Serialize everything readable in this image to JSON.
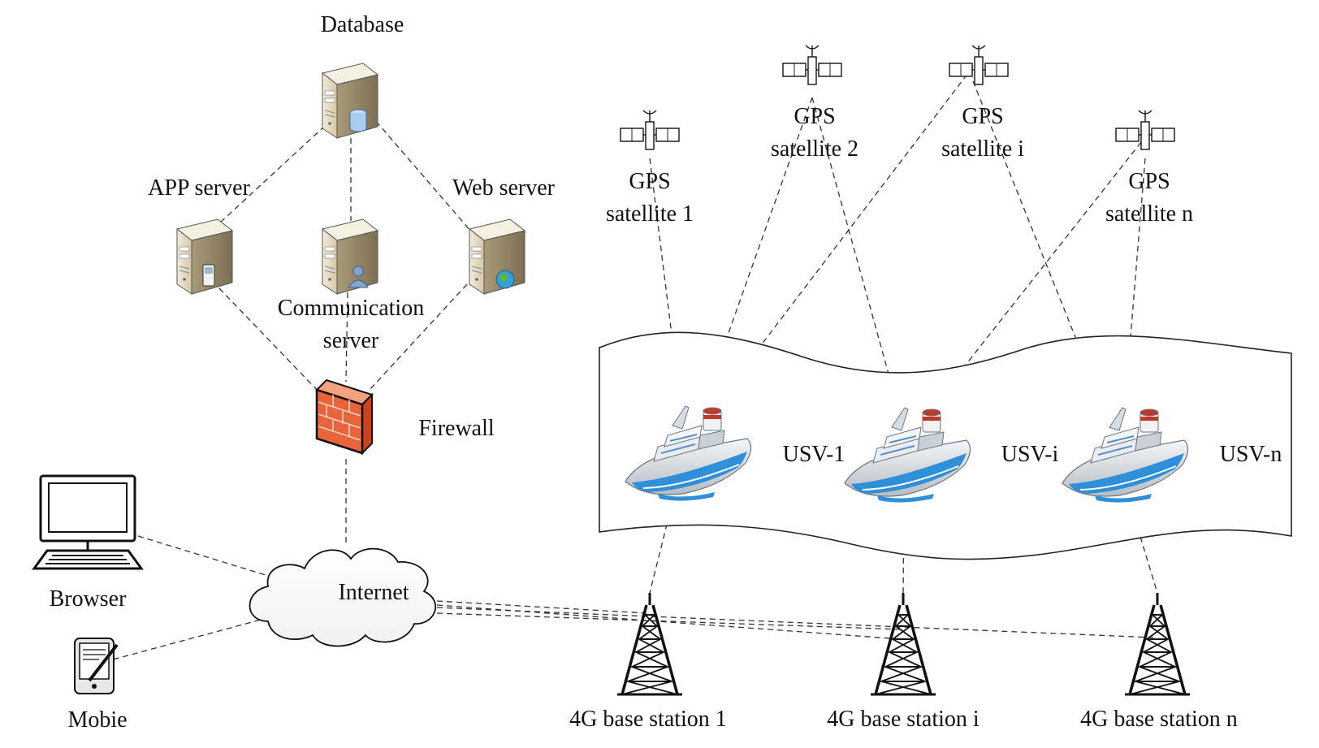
{
  "labels": {
    "database": "Database",
    "app_server": "APP server",
    "web_server": "Web server",
    "communication_server_line1": "Communication",
    "communication_server_line2": "server",
    "firewall": "Firewall",
    "internet": "Internet",
    "browser": "Browser",
    "mobile": "Mobie"
  },
  "satellites": [
    {
      "line1": "GPS",
      "line2": "satellite 1"
    },
    {
      "line1": "GPS",
      "line2": "satellite 2"
    },
    {
      "line1": "GPS",
      "line2": "satellite i"
    },
    {
      "line1": "GPS",
      "line2": "satellite n"
    }
  ],
  "usvs": [
    "USV-1",
    "USV-i",
    "USV-n"
  ],
  "base_stations": [
    "4G base station 1",
    "4G base station i",
    "4G base station n"
  ],
  "icons": {
    "server": "server-tower-icon",
    "firewall": "brick-firewall-icon",
    "cloud": "cloud-icon",
    "laptop": "laptop-icon",
    "mobile": "pda-icon",
    "satellite": "satellite-icon",
    "ship": "ship-icon",
    "tower": "cell-tower-icon"
  },
  "colors": {
    "firewall": "#e8643c",
    "server_body": "#e7dcc4",
    "hull_stripe": "#2f8fd8",
    "funnel": "#c0392b"
  }
}
